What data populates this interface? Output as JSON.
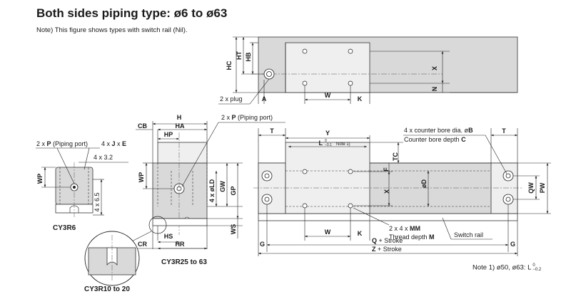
{
  "header": {
    "title": "Both sides piping type: ø6 to ø63",
    "note": "Note) This figure shows types with switch rail (Nil)."
  },
  "footnote": "Note 1) ø50, ø63: L",
  "footnote_tol": {
    "upper": "0",
    "lower": "−0.2"
  },
  "top_view": {
    "HC": "HC",
    "HT": "HT",
    "HB": "HB",
    "X": "X",
    "N": "N",
    "A": "A",
    "W": "W",
    "K": "K",
    "plug": "2 x plug"
  },
  "side_view": {
    "H": "H",
    "CB": "CB",
    "HA": "HA",
    "HP": "HP",
    "piping_p": "P",
    "piping_rest": " (Piping port)",
    "piping_prefix": "2 x ",
    "WP": "WP",
    "LD": "4 x øLD",
    "GW": "GW",
    "GP": "GP",
    "WS": "WS",
    "HS": "HS",
    "CR": "CR",
    "HR": "HR",
    "caption": "CY3R25 to 63"
  },
  "small_view": {
    "piping_prefix": "2 x ",
    "piping_p": "P",
    "piping_rest": " (Piping port)",
    "thread_prefix": "4 x ",
    "thread_j": "J",
    "thread_x": " x ",
    "thread_e": "E",
    "dim_32": "4 x 3.2",
    "dim_65": "4 x 6.5",
    "WP": "WP",
    "caption": "CY3R6",
    "caption2": "CY3R10 to 20"
  },
  "front_view": {
    "T_left": "T",
    "T_right": "T",
    "Y": "Y",
    "L": "L",
    "L_note": "Note 1)",
    "L_tol_upper": "0",
    "L_tol_lower": "−0.1",
    "TC": "TC",
    "F": "F",
    "X": "X",
    "D": "øD",
    "QW": "QW",
    "PW": "PW",
    "bore_line1_prefix": "4 x counter bore dia. ø",
    "bore_B": "B",
    "bore_line2_prefix": "Counter bore depth ",
    "bore_C": "C",
    "W": "W",
    "K": "K",
    "mm_prefix": "2 x 4 x ",
    "mm_MM": "MM",
    "thread_prefix": "Thread depth ",
    "thread_M": "M",
    "switch_rail": "Switch rail",
    "G_left": "G",
    "G_right": "G",
    "Q": "Q",
    "Q_rest": " + Stroke",
    "Z": "Z",
    "Z_rest": " + Stroke"
  }
}
